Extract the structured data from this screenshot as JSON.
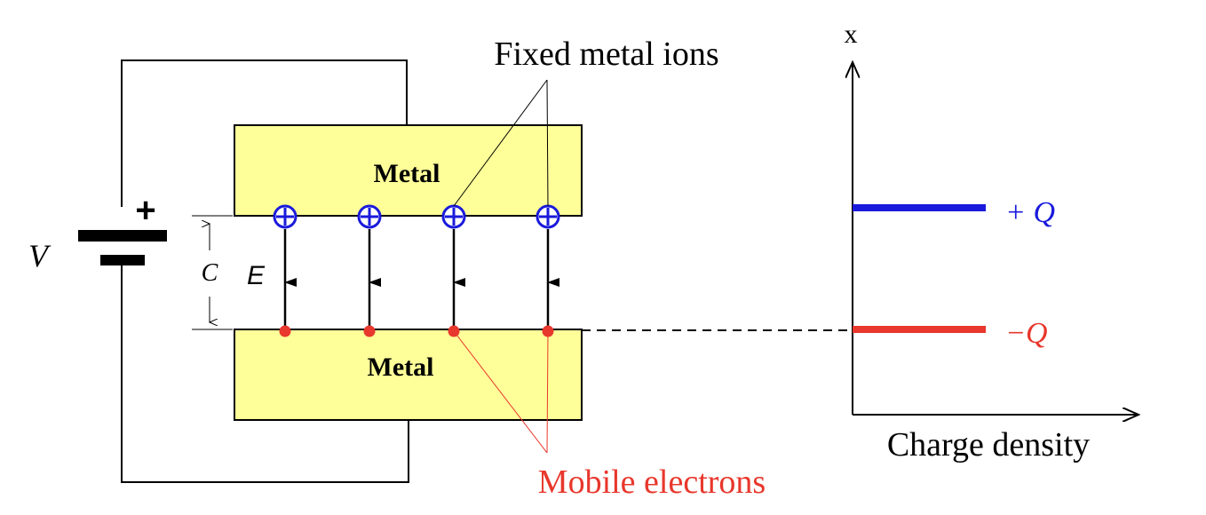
{
  "labels": {
    "voltage": "V",
    "plus_sign": "+",
    "metal_top": "Metal",
    "metal_bottom": "Metal",
    "field": "E",
    "gap": "C",
    "fixed_ions": "Fixed metal ions",
    "mobile_electrons": "Mobile electrons",
    "axis_x": "x",
    "axis_charge": "Charge density",
    "plus_q": "+ Q",
    "minus_q": "−Q"
  },
  "colors": {
    "metal_fill": "#ffff99",
    "ion": "#1a1adc",
    "electron": "#e8372c",
    "line": "#000000"
  },
  "icons": {
    "ion": "circled-plus-icon",
    "electron": "dot-icon",
    "field_arrow": "down-arrow-icon"
  }
}
